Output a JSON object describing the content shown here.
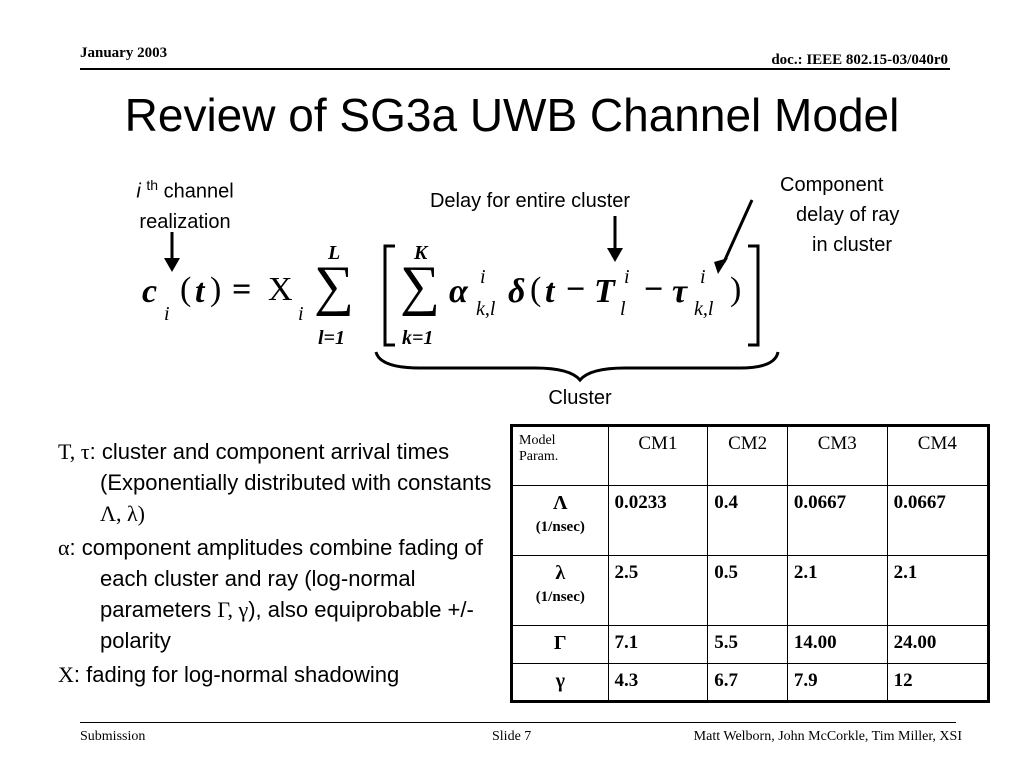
{
  "header": {
    "date": "January 2003",
    "doc_id": "doc.: IEEE 802.15-03/040r0"
  },
  "title": "Review of SG3a UWB Channel Model",
  "annotations": {
    "ith_i": "i",
    "ith_th": "th",
    "ith_line1": "channel",
    "ith_line2": "realization",
    "delay_label": "Delay for entire cluster",
    "component_line1": "Component",
    "component_line2": "delay of ray",
    "component_line3": "in cluster",
    "cluster_label": "Cluster"
  },
  "equation": {
    "c": "c",
    "i": "i",
    "t": "t",
    "paren_open": "(",
    "paren_close": ")",
    "equals": "=",
    "X": "X",
    "sum": "∑",
    "L": "L",
    "l_eq_1": "l=1",
    "K": "K",
    "k_eq_1": "k=1",
    "alpha": "α",
    "kl": "k,l",
    "delta": "δ",
    "minus": "−",
    "T": "T",
    "l": "l",
    "tau": "τ"
  },
  "bullets": [
    {
      "sym": "T, τ",
      "text": ": cluster and component arrival times (Exponentially distributed with constants ",
      "sym2": "Λ, λ)"
    },
    {
      "sym": "α",
      "text": ": component amplitudes combine fading of each cluster and ray (log-normal parameters ",
      "sym2": "Γ, γ",
      "tail": "), also equiprobable +/- polarity"
    },
    {
      "sym": "X",
      "text": ": fading for log-normal shadowing"
    }
  ],
  "table": {
    "corner": [
      "Model",
      "Param."
    ],
    "columns": [
      "CM1",
      "CM2",
      "CM3",
      "CM4"
    ],
    "rows": [
      {
        "symbol": "Λ",
        "unit": "(1/nsec)",
        "values": [
          "0.0233",
          "0.4",
          "0.0667",
          "0.0667"
        ]
      },
      {
        "symbol": "λ",
        "unit": "(1/nsec)",
        "values": [
          "2.5",
          "0.5",
          "2.1",
          "2.1"
        ]
      },
      {
        "symbol": "Γ",
        "unit": "",
        "values": [
          "7.1",
          "5.5",
          "14.00",
          "24.00"
        ]
      },
      {
        "symbol": "γ",
        "unit": "",
        "values": [
          "4.3",
          "6.7",
          "7.9",
          "12"
        ]
      }
    ]
  },
  "footer": {
    "left": "Submission",
    "center": "Slide 7",
    "right": "Matt Welborn, John McCorkle, Tim Miller, XSI"
  }
}
